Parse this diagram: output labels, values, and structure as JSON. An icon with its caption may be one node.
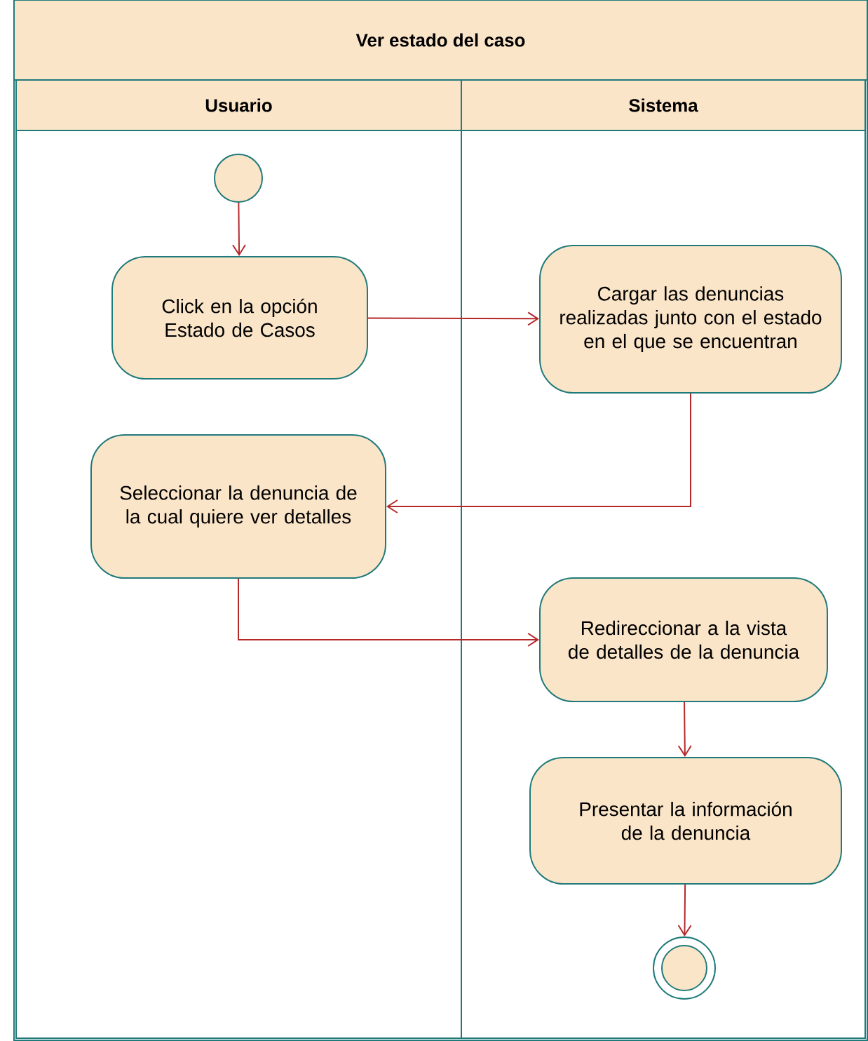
{
  "diagram": {
    "nodes": [
      {
        "text": [
          "Ver estado del caso"
        ]
      },
      {
        "text": [
          "Usuario"
        ],
        "in": 0
      },
      {
        "text": [
          "Sistema"
        ],
        "in": 0
      },
      {
        "text": [],
        "shape": "circle",
        "in": 1
      },
      {
        "text": [
          "Click en la opción Estado de Casos"
        ],
        "in": 1
      },
      {
        "text": [
          "Cargar las denuncias realizadas junto con el estado en el que se encuentran"
        ],
        "in": 2
      },
      {
        "text": [
          "Seleccionar la denuncia de la cual quiere ver detalles"
        ],
        "in": 1
      },
      {
        "text": [
          "Redireccionar a la vista de detalles de la denuncia"
        ],
        "in": 2
      },
      {
        "text": [
          "Presentar la información de la denuncia"
        ],
        "in": 2
      },
      {
        "text": [],
        "shape": "circle",
        "in": 2
      }
    ],
    "edges": [
      {
        "from": 3,
        "to": 4,
        "arrow": "to"
      },
      {
        "from": 4,
        "to": 5,
        "arrow": "to"
      },
      {
        "from": 5,
        "to": 6,
        "arrow": "to"
      },
      {
        "from": 6,
        "to": 7,
        "arrow": "to"
      },
      {
        "from": 7,
        "to": 8,
        "arrow": "to"
      },
      {
        "from": 8,
        "to": 9,
        "arrow": "to"
      }
    ]
  }
}
